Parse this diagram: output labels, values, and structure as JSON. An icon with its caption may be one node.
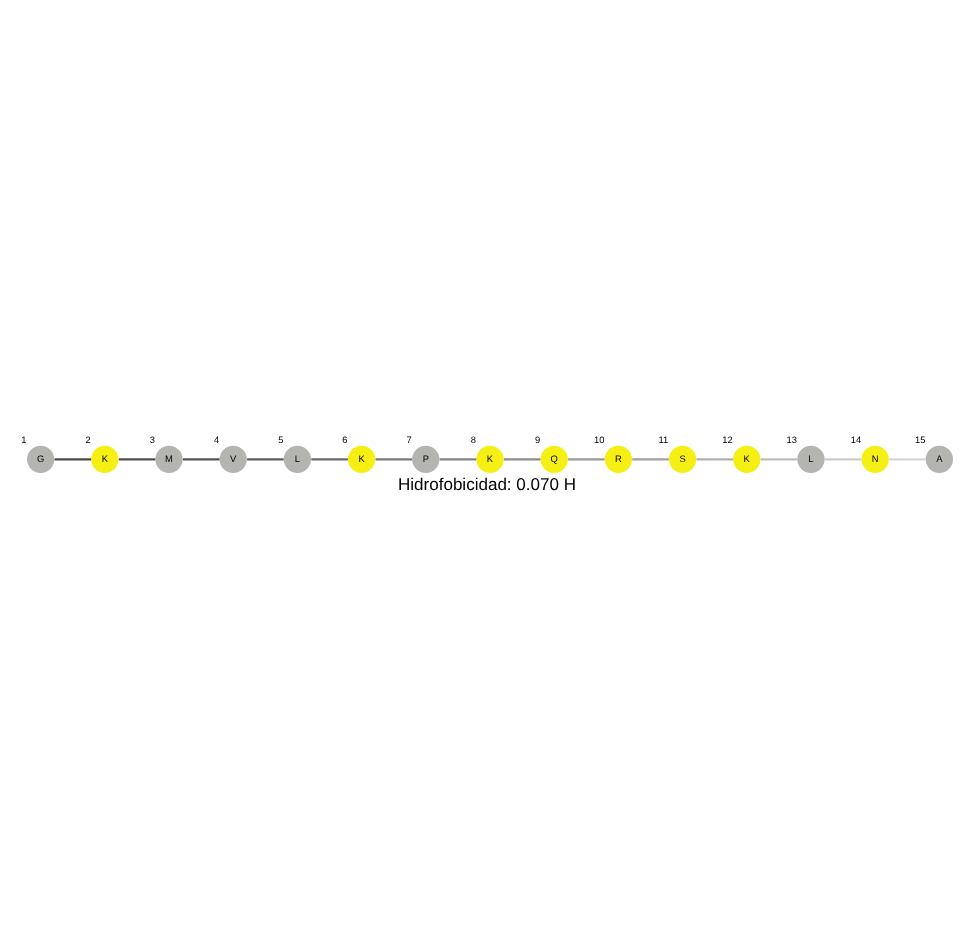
{
  "diagram": {
    "caption": "Hidrofobicidad: 0.070 H",
    "nodes": [
      {
        "text": [
          "G"
        ],
        "beside": [
          "1"
        ]
      },
      {
        "text": [
          "K"
        ],
        "beside": [
          "8"
        ]
      },
      {
        "text": [
          "K"
        ],
        "beside": [
          "12"
        ]
      },
      {
        "text": [
          "A"
        ],
        "beside": [
          "15"
        ]
      },
      {
        "text": [
          "L"
        ],
        "beside": [
          "5"
        ]
      },
      {
        "text": [
          "V"
        ],
        "beside": [
          "4"
        ]
      },
      {
        "text": [
          "S"
        ],
        "beside": [
          "11"
        ]
      },
      {
        "text": [
          "Q"
        ],
        "beside": [
          "9"
        ]
      },
      {
        "text": [
          "K"
        ],
        "beside": [
          "2"
        ]
      },
      {
        "text": [
          "P"
        ],
        "beside": [
          "7"
        ]
      },
      {
        "text": [
          "L"
        ],
        "beside": [
          "13"
        ]
      },
      {
        "text": [
          "N"
        ],
        "beside": [
          "14"
        ]
      },
      {
        "text": [
          "K"
        ],
        "beside": [
          "6"
        ]
      },
      {
        "text": [
          "M"
        ],
        "beside": [
          "3"
        ]
      },
      {
        "text": [
          "R"
        ],
        "beside": [
          "10"
        ]
      }
    ],
    "edges": [
      {
        "from": 0,
        "to": 8,
        "arrow": "none",
        "color": "#4a4a4a"
      },
      {
        "from": 8,
        "to": 13,
        "arrow": "none",
        "color": "#505050"
      },
      {
        "from": 13,
        "to": 5,
        "arrow": "none",
        "color": "#555555"
      },
      {
        "from": 5,
        "to": 4,
        "arrow": "none",
        "color": "#5e5e5e"
      },
      {
        "from": 4,
        "to": 12,
        "arrow": "none",
        "color": "#6a6a6a"
      },
      {
        "from": 12,
        "to": 9,
        "arrow": "none",
        "color": "#787878"
      },
      {
        "from": 9,
        "to": 1,
        "arrow": "none",
        "color": "#848484"
      },
      {
        "from": 1,
        "to": 7,
        "arrow": "none",
        "color": "#8c8c8c"
      },
      {
        "from": 7,
        "to": 14,
        "arrow": "none",
        "color": "#999999"
      },
      {
        "from": 14,
        "to": 6,
        "arrow": "none",
        "color": "#a0a0a0"
      },
      {
        "from": 6,
        "to": 2,
        "arrow": "none",
        "color": "#b0b0b0"
      },
      {
        "from": 2,
        "to": 10,
        "arrow": "none",
        "color": "#bebebe"
      },
      {
        "from": 10,
        "to": 11,
        "arrow": "none",
        "color": "#cccccc"
      },
      {
        "from": 11,
        "to": 3,
        "arrow": "none",
        "color": "#d6d6d6"
      }
    ]
  }
}
